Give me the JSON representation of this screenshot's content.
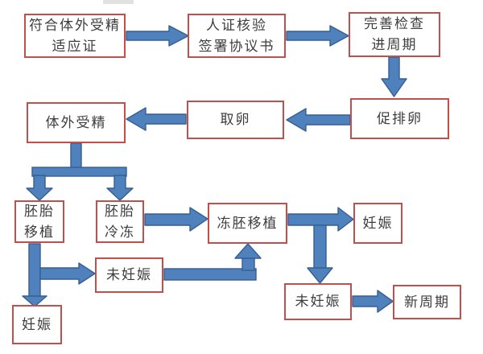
{
  "flowchart": {
    "nodes": {
      "eligibility": {
        "label": "符合体外受精\n适应证"
      },
      "verification": {
        "label": "人证核验\n签署协议书"
      },
      "checkup": {
        "label": "完善检查\n进周期"
      },
      "ovulation_induction": {
        "label": "促排卵"
      },
      "egg_retrieval": {
        "label": "取卵"
      },
      "ivf": {
        "label": "体外受精"
      },
      "embryo_transfer": {
        "label": "胚胎\n移植"
      },
      "embryo_freezing": {
        "label": "胚胎\n冷冻"
      },
      "frozen_embryo_transfer": {
        "label": "冻胚移植"
      },
      "pregnancy_after_frozen": {
        "label": "妊娠"
      },
      "not_pregnant_fresh": {
        "label": "未妊娠"
      },
      "pregnancy_after_fresh": {
        "label": "妊娠"
      },
      "not_pregnant_frozen": {
        "label": "未妊娠"
      },
      "new_cycle": {
        "label": "新周期"
      }
    },
    "edges": [
      {
        "from": "eligibility",
        "to": "verification"
      },
      {
        "from": "verification",
        "to": "checkup"
      },
      {
        "from": "checkup",
        "to": "ovulation_induction"
      },
      {
        "from": "ovulation_induction",
        "to": "egg_retrieval"
      },
      {
        "from": "egg_retrieval",
        "to": "ivf"
      },
      {
        "from": "ivf",
        "to": "embryo_transfer"
      },
      {
        "from": "ivf",
        "to": "embryo_freezing"
      },
      {
        "from": "embryo_freezing",
        "to": "frozen_embryo_transfer"
      },
      {
        "from": "frozen_embryo_transfer",
        "to": "pregnancy_after_frozen"
      },
      {
        "from": "frozen_embryo_transfer",
        "to": "not_pregnant_frozen"
      },
      {
        "from": "not_pregnant_frozen",
        "to": "new_cycle"
      },
      {
        "from": "embryo_transfer",
        "to": "not_pregnant_fresh"
      },
      {
        "from": "embryo_transfer",
        "to": "pregnancy_after_fresh"
      },
      {
        "from": "not_pregnant_fresh",
        "to": "frozen_embryo_transfer"
      }
    ],
    "colors": {
      "box_border": "#c0504d",
      "box_fill": "#ffffff",
      "arrow_fill": "#4f81bd",
      "arrow_outline": "#365f91",
      "text": "#3d3d3d"
    }
  }
}
